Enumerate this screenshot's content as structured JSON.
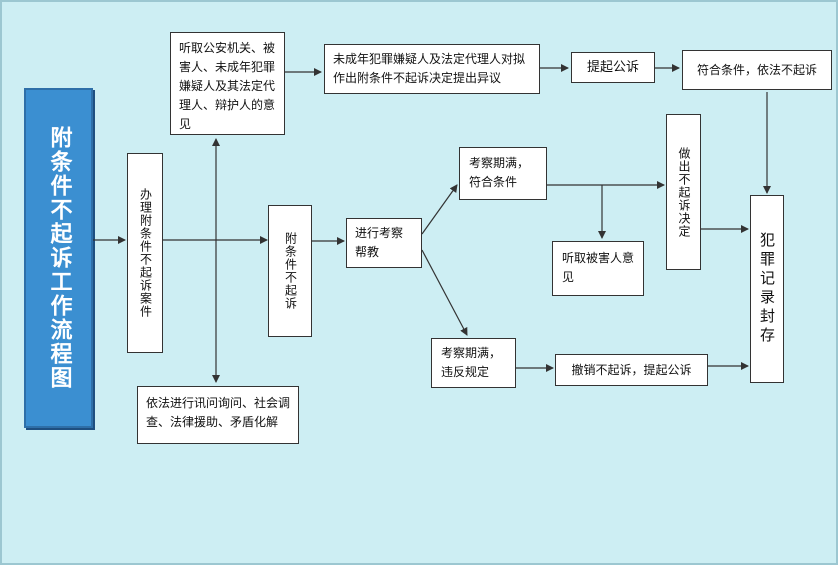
{
  "title": "附条件不起诉工作流程图",
  "boxes": {
    "case": "办理附条件不起诉案件",
    "hear_opinions": "听取公安机关、被害人、未成年犯罪嫌疑人及其法定代理人、辩护人的意见",
    "investigate": "依法进行讯问询问、社会调查、法律援助、矛盾化解",
    "objection": "未成年犯罪嫌疑人及法定代理人对拟作出附条件不起诉决定提出异议",
    "prosecute1": "提起公诉",
    "no_prosecute": "符合条件，依法不起诉",
    "conditional": "附条件不起诉",
    "supervise": "进行考察帮教",
    "pass": "考察期满，符合条件",
    "fail": "考察期满，违反规定",
    "victim": "听取被害人意见",
    "decide": "做出不起诉决定",
    "revoke": "撤销不起诉，提起公诉",
    "seal": "犯罪记录封存"
  },
  "colors": {
    "background": "#cdeef3",
    "title_fill": "#3b8fd1",
    "line": "#333333"
  }
}
